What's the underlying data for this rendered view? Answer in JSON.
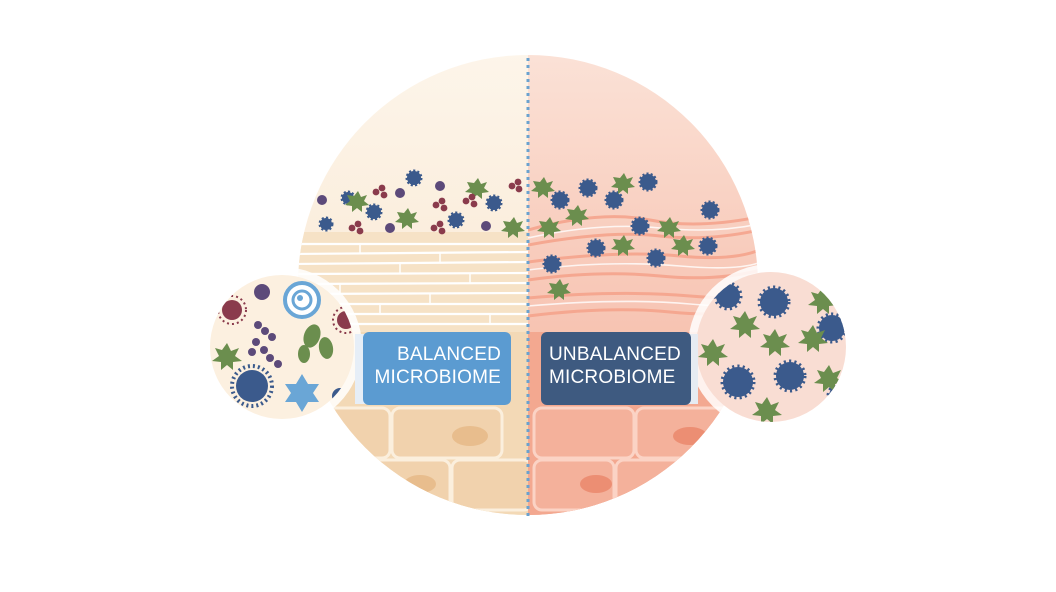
{
  "labels": {
    "balanced": {
      "line1": "BALANCED",
      "line2": "MICROBIOME"
    },
    "unbalanced": {
      "line1": "UNBALANCED",
      "line2": "MICROBIOME"
    }
  },
  "colors": {
    "balanced_label": "#5b9bd1",
    "unbalanced_label": "#3e5a80",
    "healthy_skin": "#f7e4cc",
    "inflamed_skin": "#f4b3a0",
    "divider": "#6aa2cf",
    "microbe_navy": "#3b5a8c",
    "microbe_green": "#6b8e4e",
    "microbe_maroon": "#8a3b4c",
    "microbe_purple": "#5c4a7a",
    "microbe_lightblue": "#6aa6d6"
  }
}
